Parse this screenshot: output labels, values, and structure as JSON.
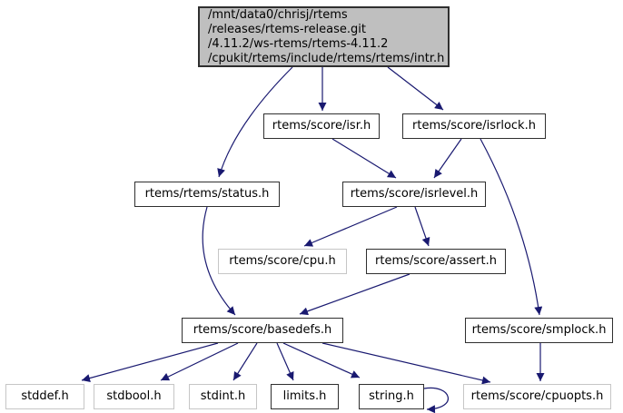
{
  "colors": {
    "edge": "#191970",
    "root-fill": "#bfbfbf",
    "node-fill": "#ffffff",
    "node-border": "#2f2f2f",
    "external-border": "#c6c6c6",
    "text": "#000000",
    "bg": "#ffffff"
  },
  "nodes": {
    "root": {
      "lines": [
        "/mnt/data0/chrisj/rtems",
        "/releases/rtems-release.git",
        "/4.11.2/ws-rtems/rtems-4.11.2",
        "/cpukit/rtems/include/rtems/rtems/intr.h"
      ]
    },
    "isr": {
      "label": "rtems/score/isr.h"
    },
    "isrlock": {
      "label": "rtems/score/isrlock.h"
    },
    "status": {
      "label": "rtems/rtems/status.h"
    },
    "isrlevel": {
      "label": "rtems/score/isrlevel.h"
    },
    "cpu": {
      "label": "rtems/score/cpu.h"
    },
    "assert": {
      "label": "rtems/score/assert.h"
    },
    "basedefs": {
      "label": "rtems/score/basedefs.h"
    },
    "smplock": {
      "label": "rtems/score/smplock.h"
    },
    "stddef": {
      "label": "stddef.h"
    },
    "stdbool": {
      "label": "stdbool.h"
    },
    "stdint": {
      "label": "stdint.h"
    },
    "limits": {
      "label": "limits.h"
    },
    "string": {
      "label": "string.h"
    },
    "cpuopts": {
      "label": "rtems/score/cpuopts.h"
    }
  },
  "edges": [
    {
      "from": "intr.h",
      "to": "rtems/rtems/status.h"
    },
    {
      "from": "intr.h",
      "to": "rtems/score/isr.h"
    },
    {
      "from": "intr.h",
      "to": "rtems/score/isrlock.h"
    },
    {
      "from": "rtems/score/isr.h",
      "to": "rtems/score/isrlevel.h"
    },
    {
      "from": "rtems/score/isrlock.h",
      "to": "rtems/score/isrlevel.h"
    },
    {
      "from": "rtems/score/isrlock.h",
      "to": "rtems/score/smplock.h"
    },
    {
      "from": "rtems/score/isrlevel.h",
      "to": "rtems/score/cpu.h"
    },
    {
      "from": "rtems/score/isrlevel.h",
      "to": "rtems/score/assert.h"
    },
    {
      "from": "rtems/rtems/status.h",
      "to": "rtems/score/basedefs.h"
    },
    {
      "from": "rtems/score/assert.h",
      "to": "rtems/score/basedefs.h"
    },
    {
      "from": "rtems/score/basedefs.h",
      "to": "stddef.h"
    },
    {
      "from": "rtems/score/basedefs.h",
      "to": "stdbool.h"
    },
    {
      "from": "rtems/score/basedefs.h",
      "to": "stdint.h"
    },
    {
      "from": "rtems/score/basedefs.h",
      "to": "limits.h"
    },
    {
      "from": "rtems/score/basedefs.h",
      "to": "string.h"
    },
    {
      "from": "rtems/score/basedefs.h",
      "to": "rtems/score/cpuopts.h"
    },
    {
      "from": "rtems/score/smplock.h",
      "to": "rtems/score/cpuopts.h"
    },
    {
      "from": "string.h",
      "to": "string.h"
    }
  ]
}
